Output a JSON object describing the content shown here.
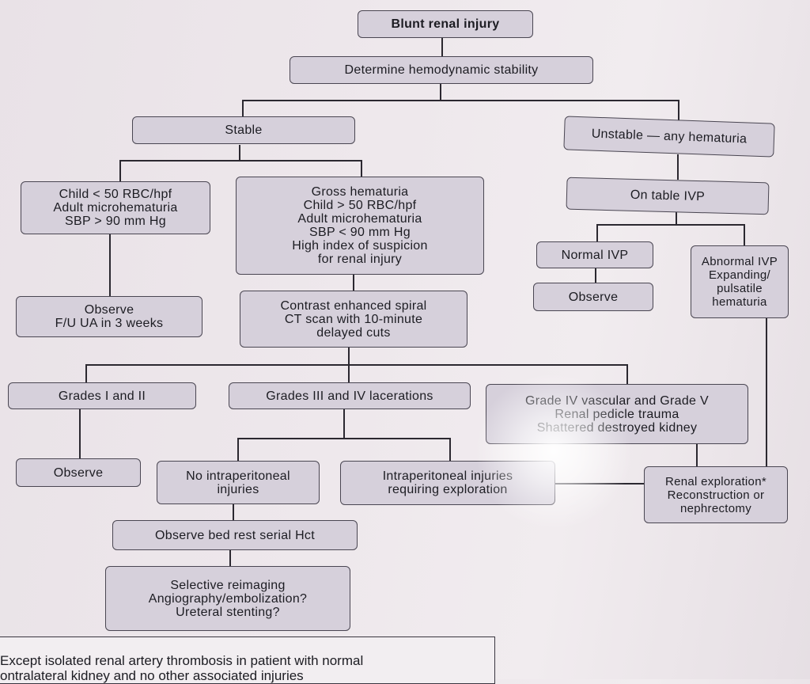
{
  "root": {
    "label": "Blunt renal injury"
  },
  "step1": {
    "label": "Determine hemodynamic stability"
  },
  "stable": {
    "label": "Stable"
  },
  "unstable": {
    "label": "Unstable — any hematuria"
  },
  "minor": {
    "lines": [
      "Child < 50 RBC/hpf",
      "Adult microhematuria",
      "SBP > 90 mm Hg"
    ]
  },
  "gross": {
    "lines": [
      "Gross hematuria",
      "Child > 50 RBC/hpf",
      "Adult microhematuria",
      "SBP < 90 mm Hg",
      "High index of suspicion",
      "for renal injury"
    ]
  },
  "observe_fu": {
    "lines": [
      "Observe",
      "F/U UA in 3 weeks"
    ]
  },
  "ct": {
    "lines": [
      "Contrast enhanced spiral",
      "CT scan with 10-minute",
      "delayed cuts"
    ]
  },
  "ivp": {
    "label": "On table IVP"
  },
  "normal_ivp": {
    "label": "Normal IVP"
  },
  "abnormal_ivp": {
    "lines": [
      "Abnormal IVP",
      "Expanding/",
      "pulsatile",
      "hematuria"
    ]
  },
  "observe_ivp": {
    "label": "Observe"
  },
  "grades12": {
    "label": "Grades I and II"
  },
  "grades34": {
    "label": "Grades III and IV lacerations"
  },
  "grade45": {
    "lines": [
      "Grade IV vascular and Grade V",
      "Renal pedicle trauma",
      "Shattered destroyed kidney"
    ]
  },
  "observe_g12": {
    "label": "Observe"
  },
  "no_intra": {
    "lines": [
      "No intraperitoneal",
      "injuries"
    ]
  },
  "intra": {
    "lines": [
      "Intraperitoneal injuries",
      "requiring exploration"
    ]
  },
  "renal_exp": {
    "lines": [
      "Renal exploration*",
      "Reconstruction or",
      "nephrectomy"
    ]
  },
  "bedrest": {
    "label": "Observe bed rest serial Hct"
  },
  "reimaging": {
    "lines": [
      "Selective reimaging",
      "Angiography/embolization?",
      "Ureteral stenting?"
    ]
  },
  "footnote": {
    "lines": [
      "Except isolated renal artery thrombosis in patient with normal",
      "ontralateral kidney and no other associated injuries"
    ]
  }
}
